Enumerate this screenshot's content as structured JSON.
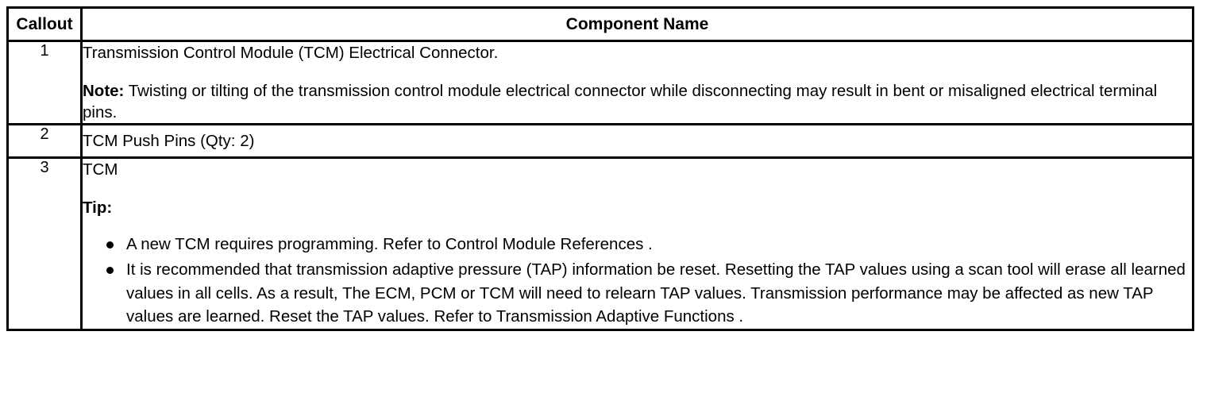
{
  "table": {
    "headers": {
      "callout": "Callout",
      "component_name": "Component Name"
    },
    "rows": [
      {
        "callout": "1",
        "lines": {
          "line1": "Transmission Control Module (TCM) Electrical Connector.",
          "note_label": "Note:",
          "note_text": " Twisting or tilting of the transmission control module electrical connector while disconnecting may result in bent or misaligned electrical terminal pins."
        }
      },
      {
        "callout": "2",
        "lines": {
          "line1": "TCM Push Pins (Qty: 2)"
        }
      },
      {
        "callout": "3",
        "lines": {
          "line1": "TCM",
          "tip_label": "Tip:"
        },
        "bullets": [
          "A new TCM requires programming. Refer to Control Module References .",
          "It is recommended that transmission adaptive pressure (TAP) information be reset. Resetting the TAP values using a scan tool will erase all learned values in all cells. As a result, The ECM, PCM or TCM will need to relearn TAP values. Transmission performance may be affected as new TAP values are learned. Reset the TAP values. Refer to Transmission Adaptive Functions ."
        ]
      }
    ]
  }
}
